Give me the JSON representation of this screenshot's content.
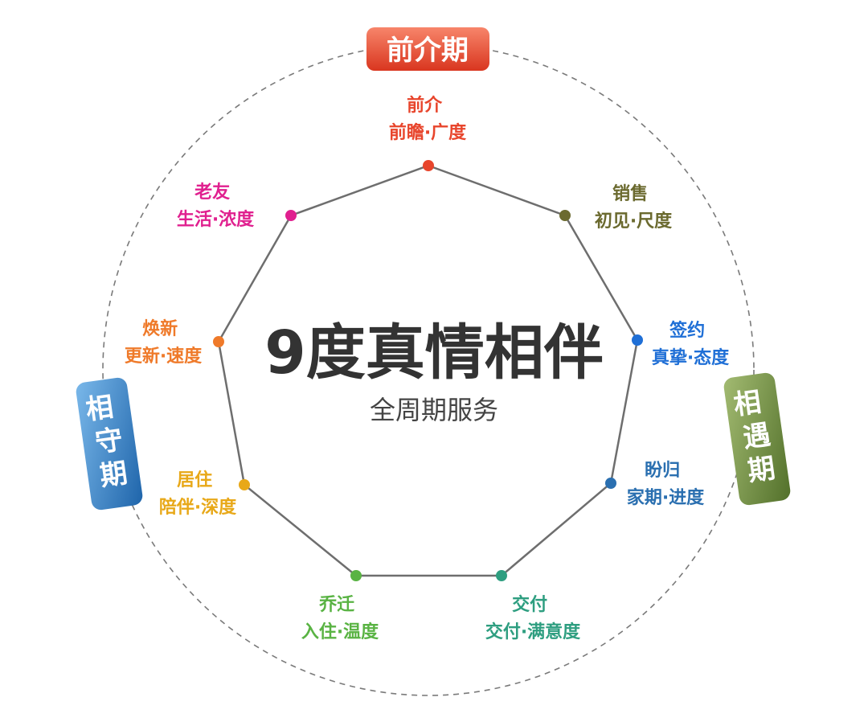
{
  "center": {
    "title": "9度真情相伴",
    "subtitle": "全周期服务"
  },
  "phases": {
    "top": {
      "label": "前介期",
      "color": "#e8553a"
    },
    "right": {
      "label": "相遇期",
      "color": "#6d8a3c"
    },
    "left": {
      "label": "相守期",
      "color": "#2f7fc1"
    }
  },
  "nodes": [
    {
      "name": "前介",
      "desc": "前瞻·广度",
      "color": "#e8452c"
    },
    {
      "name": "销售",
      "desc": "初见·尺度",
      "color": "#6b6a2f"
    },
    {
      "name": "签约",
      "desc": "真挚·态度",
      "color": "#1f6fd6"
    },
    {
      "name": "盼归",
      "desc": "家期·进度",
      "color": "#2a6fb0"
    },
    {
      "name": "交付",
      "desc": "交付·满意度",
      "color": "#2e9e80"
    },
    {
      "name": "乔迁",
      "desc": "入住·温度",
      "color": "#59b343"
    },
    {
      "name": "居住",
      "desc": "陪伴·深度",
      "color": "#e8a818"
    },
    {
      "name": "焕新",
      "desc": "更新·速度",
      "color": "#ef7a2a"
    },
    {
      "name": "老友",
      "desc": "生活·浓度",
      "color": "#e0208f"
    }
  ]
}
